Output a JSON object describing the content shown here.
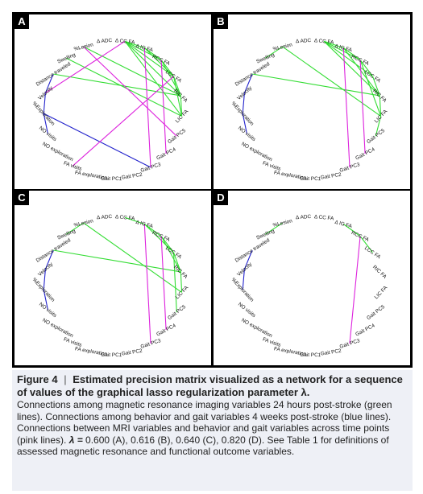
{
  "figure": {
    "panels": [
      {
        "letter": "A",
        "labels": [
          "Δ ADC",
          "Δ CC FA",
          "Δ IG FA",
          "RCC FA",
          "LCC FA",
          "RIC FA",
          "LIC FA",
          "Gait PC5",
          "Gait PC4",
          "Gait PC3",
          "Gait PC2",
          "Gait PC1",
          "FA exploration",
          "FA visits",
          "NO exploration",
          "NO visits",
          "%Exploration",
          "Velocity",
          "Distance traveled",
          "Swelling",
          "%Lesion"
        ],
        "edges": [
          [
            "#33dd33",
            1,
            2
          ],
          [
            "#33dd33",
            1,
            3
          ],
          [
            "#33dd33",
            1,
            4
          ],
          [
            "#33dd33",
            1,
            5
          ],
          [
            "#33dd33",
            1,
            6
          ],
          [
            "#33dd33",
            2,
            3
          ],
          [
            "#33dd33",
            2,
            4
          ],
          [
            "#33dd33",
            3,
            4
          ],
          [
            "#33dd33",
            3,
            5
          ],
          [
            "#33dd33",
            4,
            5
          ],
          [
            "#33dd33",
            4,
            6
          ],
          [
            "#33dd33",
            5,
            6
          ],
          [
            "#33dd33",
            20,
            5
          ],
          [
            "#33dd33",
            19,
            6
          ],
          [
            "#33dd33",
            18,
            5
          ],
          [
            "#2222cc",
            18,
            17
          ],
          [
            "#2222cc",
            17,
            16
          ],
          [
            "#2222cc",
            16,
            15
          ],
          [
            "#2222cc",
            16,
            9
          ],
          [
            "#dd22dd",
            20,
            7
          ],
          [
            "#dd22dd",
            1,
            17
          ],
          [
            "#dd22dd",
            2,
            9
          ],
          [
            "#dd22dd",
            3,
            8
          ],
          [
            "#dd22dd",
            13,
            4
          ]
        ]
      },
      {
        "letter": "B",
        "labels": [
          "Δ ADC",
          "Δ CC FA",
          "Δ IG FA",
          "RCC FA",
          "LCC FA",
          "RIC FA",
          "LIC FA",
          "Gait PC5",
          "Gait PC4",
          "Gait PC3",
          "Gait PC2",
          "Gait PC1",
          "FA exploration",
          "FA visits",
          "NO exploration",
          "NO visits",
          "%Exploration",
          "Velocity",
          "Distance traveled",
          "Swelling",
          "%Lesion"
        ],
        "edges": [
          [
            "#33dd33",
            1,
            2
          ],
          [
            "#33dd33",
            1,
            3
          ],
          [
            "#33dd33",
            1,
            4
          ],
          [
            "#33dd33",
            1,
            5
          ],
          [
            "#33dd33",
            2,
            3
          ],
          [
            "#33dd33",
            2,
            5
          ],
          [
            "#33dd33",
            3,
            4
          ],
          [
            "#33dd33",
            3,
            6
          ],
          [
            "#33dd33",
            4,
            5
          ],
          [
            "#33dd33",
            5,
            6
          ],
          [
            "#33dd33",
            6,
            7
          ],
          [
            "#33dd33",
            19,
            20
          ],
          [
            "#33dd33",
            20,
            6
          ],
          [
            "#33dd33",
            18,
            5
          ],
          [
            "#2222cc",
            18,
            17
          ],
          [
            "#2222cc",
            17,
            16
          ],
          [
            "#2222cc",
            16,
            15
          ],
          [
            "#dd22dd",
            2,
            9
          ],
          [
            "#dd22dd",
            3,
            8
          ]
        ]
      },
      {
        "letter": "C",
        "labels": [
          "Δ ADC",
          "Δ CC FA",
          "Δ IG FA",
          "RCC FA",
          "LCC FA",
          "RIC FA",
          "LIC FA",
          "Gait PC5",
          "Gait PC4",
          "Gait PC3",
          "Gait PC2",
          "Gait PC1",
          "FA exploration",
          "FA visits",
          "NO exploration",
          "NO visits",
          "%Exploration",
          "Velocity",
          "Distance traveled",
          "Swelling",
          "%Lesion"
        ],
        "edges": [
          [
            "#33dd33",
            1,
            2
          ],
          [
            "#33dd33",
            2,
            3
          ],
          [
            "#33dd33",
            2,
            4
          ],
          [
            "#33dd33",
            3,
            4
          ],
          [
            "#33dd33",
            3,
            5
          ],
          [
            "#33dd33",
            4,
            5
          ],
          [
            "#33dd33",
            5,
            6
          ],
          [
            "#33dd33",
            4,
            7
          ],
          [
            "#33dd33",
            19,
            20
          ],
          [
            "#33dd33",
            20,
            6
          ],
          [
            "#33dd33",
            18,
            5
          ],
          [
            "#2222cc",
            18,
            17
          ],
          [
            "#2222cc",
            17,
            16
          ],
          [
            "#2222cc",
            16,
            15
          ],
          [
            "#dd22dd",
            2,
            9
          ],
          [
            "#dd22dd",
            3,
            8
          ]
        ]
      },
      {
        "letter": "D",
        "labels": [
          "Δ ADC",
          "Δ CC FA",
          "Δ IG FA",
          "RCC FA",
          "LCC FA",
          "RIC FA",
          "LIC FA",
          "Gait PC5",
          "Gait PC4",
          "Gait PC3",
          "Gait PC2",
          "Gait PC1",
          "FA exploration",
          "FA visits",
          "NO exploration",
          "NO visits",
          "%Exploration",
          "Velocity",
          "Distance traveled",
          "Swelling",
          "%Lesion"
        ],
        "edges": [
          [
            "#33dd33",
            2,
            3
          ],
          [
            "#33dd33",
            3,
            4
          ],
          [
            "#33dd33",
            20,
            19
          ],
          [
            "#2222cc",
            18,
            17
          ],
          [
            "#2222cc",
            17,
            16
          ],
          [
            "#dd22dd",
            3,
            9
          ]
        ]
      }
    ]
  },
  "caption": {
    "fig_label": "Figure 4",
    "separator": "|",
    "title": "Estimated precision matrix visualized as a network for a sequence of values of the graphical lasso regularization parameter λ.",
    "body_before": "Connections among magnetic resonance imaging variables 24 hours post-stroke (green lines). Connections among behavior and gait variables 4 weeks post-stroke (blue lines). Connections between MRI variables and behavior and gait variables across time points (pink lines). ",
    "lambda_text": "λ = ",
    "values_text": "0.600 (A), 0.616 (B), 0.640 (C), 0.820 (D). See Table 1 for definitions of assessed magnetic resonance and functional outcome variables."
  }
}
